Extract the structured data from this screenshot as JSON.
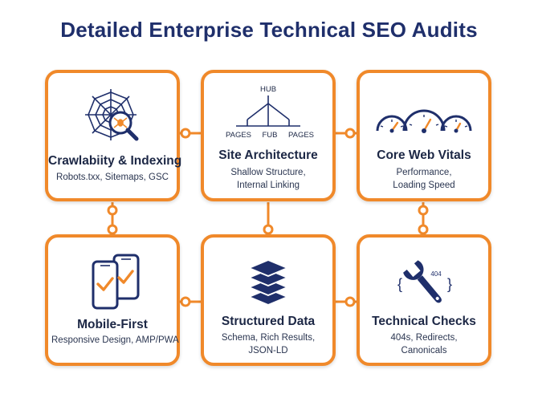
{
  "title": "Detailed Enterprise Technical SEO Audits",
  "cards": [
    {
      "heading": "Crawlabiity & Indexing",
      "lines": [
        "Robots.txx, Sitemaps, GSC"
      ],
      "icon": "spider-web-magnifier-icon"
    },
    {
      "heading": "Site Architecture",
      "lines": [
        "Shallow Structure,",
        "Internal Linking"
      ],
      "icon": "hierarchy-tree-icon",
      "tree": {
        "root": "HUB",
        "leaves": [
          "PAGES",
          "FUB",
          "PAGES"
        ]
      }
    },
    {
      "heading": "Core Web Vitals",
      "lines": [
        "Performance,",
        "Loading Speed"
      ],
      "icon": "speed-gauges-icon"
    },
    {
      "heading": "Mobile-First",
      "lines": [
        "Responsive Design, AMP/PWA"
      ],
      "icon": "mobile-phones-check-icon"
    },
    {
      "heading": "Structured Data",
      "lines": [
        "Schema, Rich Results,",
        "JSON-LD"
      ],
      "icon": "stacked-layers-icon"
    },
    {
      "heading": "Technical Checks",
      "lines": [
        "404s, Redirects,",
        "Canonicals"
      ],
      "icon": "wrench-code-icon",
      "wrench_badge": "404",
      "brace_left": "{",
      "brace_right": "}"
    }
  ],
  "colors": {
    "accent": "#f0892a",
    "navy": "#1f2f6b",
    "text": "#1c2745"
  }
}
